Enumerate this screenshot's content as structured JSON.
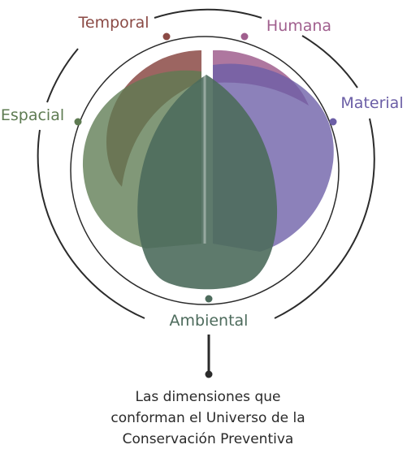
{
  "diagram": {
    "dimensions": [
      {
        "key": "temporal",
        "label": "Temporal",
        "color": "#8b4a45"
      },
      {
        "key": "humana",
        "label": "Humana",
        "color": "#a05f8e"
      },
      {
        "key": "material",
        "label": "Material",
        "color": "#6b5ea6"
      },
      {
        "key": "espacial",
        "label": "Espacial",
        "color": "#5e7b52"
      },
      {
        "key": "ambiental",
        "label": "Ambiental",
        "color": "#4d6b5c"
      }
    ],
    "caption": {
      "line1": "Las dimensiones que",
      "line2": "conforman el Universo de la",
      "line3": "Conservación Preventiva"
    },
    "line_color": "#2b2b2b"
  }
}
